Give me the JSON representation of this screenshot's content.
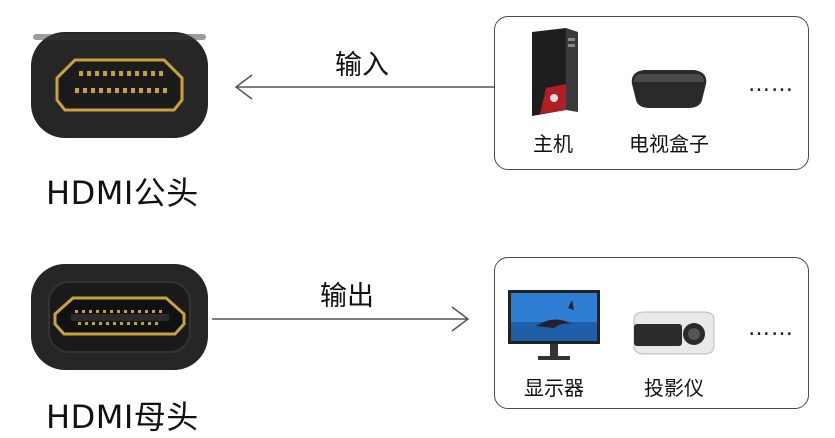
{
  "male": {
    "title": "HDMI公头",
    "direction_label": "输入",
    "devices": [
      {
        "name": "主机",
        "icon": "desktop-tower-icon"
      },
      {
        "name": "电视盒子",
        "icon": "tv-box-icon"
      }
    ],
    "more": "……"
  },
  "female": {
    "title": "HDMI母头",
    "direction_label": "输出",
    "devices": [
      {
        "name": "显示器",
        "icon": "monitor-icon"
      },
      {
        "name": "投影仪",
        "icon": "projector-icon"
      }
    ],
    "more": "……"
  },
  "colors": {
    "connector_body": "#262626",
    "gold": "#c9a23f",
    "line": "#555555",
    "box_border": "#4a4a4a",
    "pc_accent": "#b01e24",
    "monitor_screen": "#2e7fd3"
  }
}
